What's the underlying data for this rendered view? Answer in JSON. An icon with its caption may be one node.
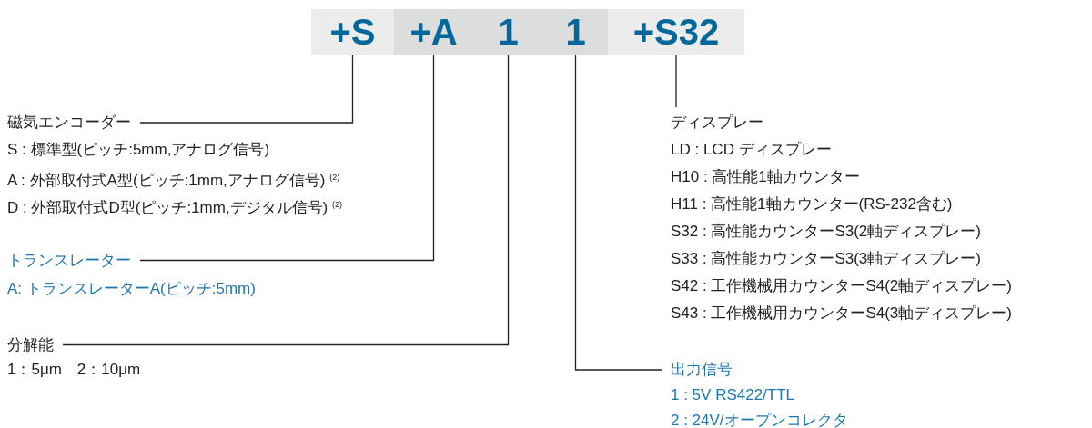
{
  "diagram": {
    "nodes": [
      {
        "text": [
          "+S"
        ]
      },
      {
        "text": [
          "+A"
        ]
      },
      {
        "text": [
          "1"
        ]
      },
      {
        "text": [
          "1"
        ]
      },
      {
        "text": [
          "+S32"
        ]
      },
      {
        "text": [
          "磁気エンコーダー",
          "S : 標準型(ピッチ:5mm,アナログ信号)",
          "A : 外部取付式A型(ピッチ:1mm,アナログ信号) $^{(2)}$",
          "D : 外部取付式D型(ピッチ:1mm,デジタル信号) $^{(2)}$"
        ]
      },
      {
        "text": [
          "トランスレーター",
          "A: トランスレーターA(ピッチ:5mm)"
        ]
      },
      {
        "text": [
          "分解能",
          "1：5μm　2：10μm"
        ]
      },
      {
        "text": [
          "出力信号",
          "1 : 5V RS422/TTL",
          "2 : 24V/オープンコレクタ"
        ]
      },
      {
        "text": [
          "ディスプレー",
          "LD : LCD ディスプレー",
          "H10 : 高性能1軸カウンター",
          "H11 : 高性能1軸カウンター(RS-232含む)",
          "S32 : 高性能カウンターS3(2軸ディスプレー)",
          "S33 : 高性能カウンターS3(3軸ディスプレー)",
          "S42 : 工作機械用カウンターS4(2軸ディスプレー)",
          "S43 : 工作機械用カウンターS4(3軸ディスプレー)"
        ]
      }
    ],
    "edges": [
      {
        "from": 5,
        "to": 0,
        "arrow": "none"
      },
      {
        "from": 6,
        "to": 1,
        "arrow": "none"
      },
      {
        "from": 7,
        "to": 2,
        "arrow": "none"
      },
      {
        "from": 8,
        "to": 3,
        "arrow": "none"
      },
      {
        "from": 9,
        "to": 4,
        "arrow": "none"
      }
    ]
  }
}
